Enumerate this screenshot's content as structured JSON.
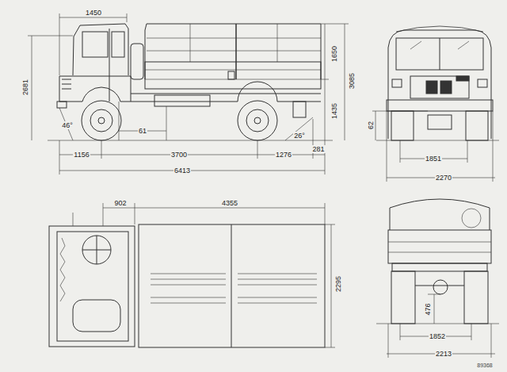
{
  "diagram": {
    "labels": [
      "1450",
      "2681",
      "1650",
      "3085",
      "1435",
      "46°",
      "61",
      "26°",
      "1156",
      "3700",
      "1276",
      "281",
      "6413",
      "62",
      "1851",
      "2270",
      "902",
      "4355",
      "2295",
      "476",
      "1852",
      "2213",
      "89368"
    ]
  }
}
